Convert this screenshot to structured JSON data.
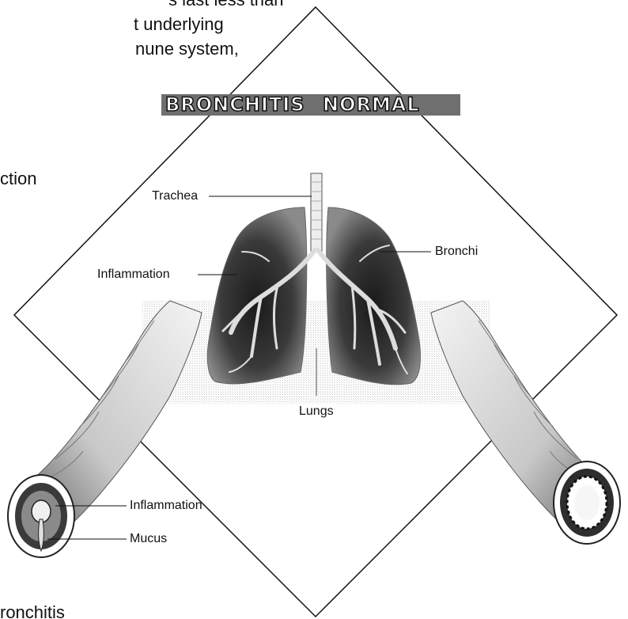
{
  "background_text": {
    "line1": "s last less than",
    "line2": "t underlying",
    "line3": "nune system,",
    "line4": "ction",
    "line5": "ronchitis"
  },
  "diagram": {
    "title_left": "BRONCHITIS",
    "title_right": "NORMAL",
    "labels": {
      "trachea": "Trachea",
      "bronchi": "Bronchi",
      "inflammation_top": "Inflammation",
      "lungs": "Lungs",
      "inflammation_bottom": "Inflammation",
      "mucus": "Mucus"
    }
  }
}
